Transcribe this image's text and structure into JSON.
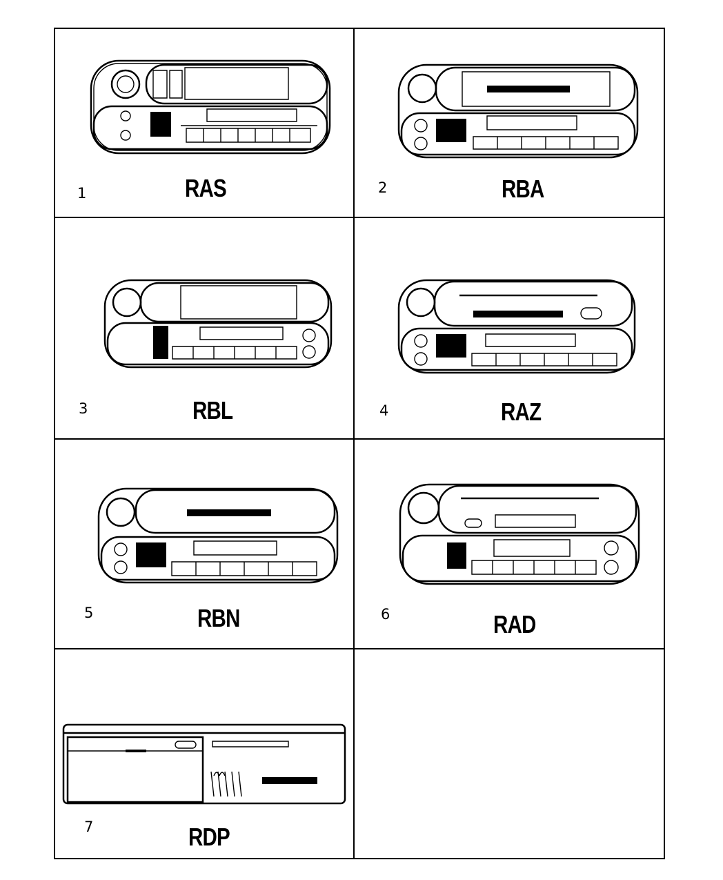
{
  "diagram": {
    "items": [
      {
        "number": "1",
        "code": "RAS"
      },
      {
        "number": "2",
        "code": "RBA"
      },
      {
        "number": "3",
        "code": "RBL"
      },
      {
        "number": "4",
        "code": "RAZ"
      },
      {
        "number": "5",
        "code": "RBN"
      },
      {
        "number": "6",
        "code": "RAD"
      },
      {
        "number": "7",
        "code": "RDP"
      }
    ]
  }
}
